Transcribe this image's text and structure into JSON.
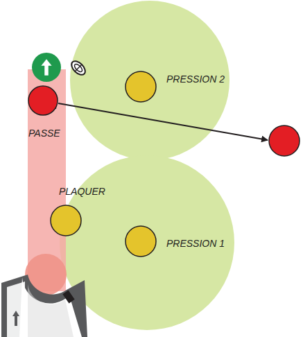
{
  "diagram": {
    "nodes": [
      {
        "text": [
          "PRESSION 2"
        ]
      },
      {
        "text": [
          "PASSE"
        ]
      },
      {
        "text": [
          "PLAQUER"
        ]
      },
      {
        "text": [
          "PRESSION 1"
        ]
      }
    ]
  }
}
